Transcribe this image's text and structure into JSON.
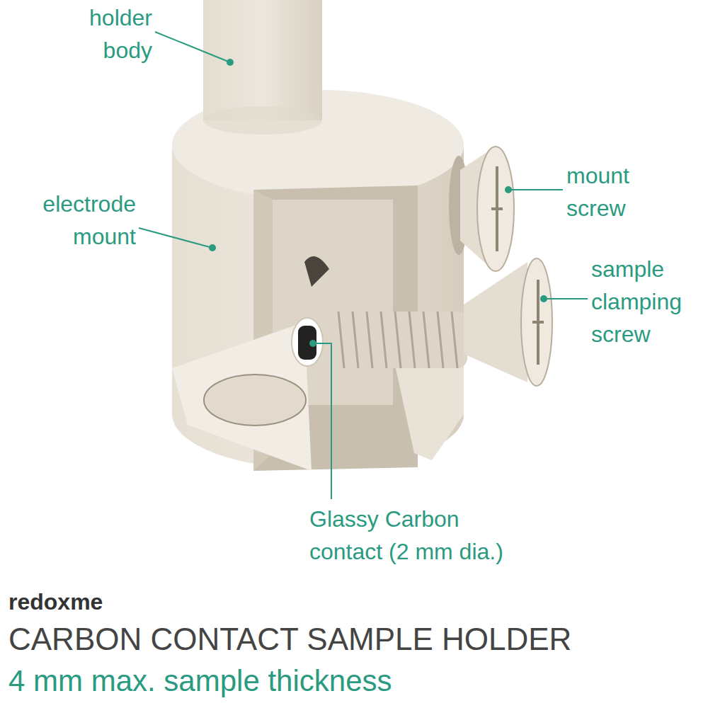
{
  "diagram": {
    "title": "CARBON CONTACT SAMPLE HOLDER",
    "caption": "4 mm max. sample thickness",
    "labels": [
      "holder body",
      "electrode mount",
      "mount screw",
      "sample clamping screw",
      "Glassy Carbon contact (2 mm dia.)",
      "redoxme"
    ]
  }
}
